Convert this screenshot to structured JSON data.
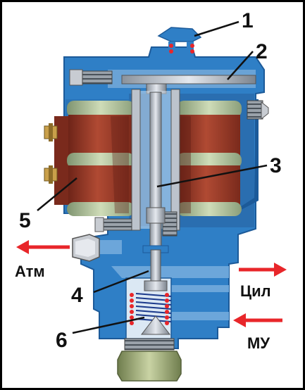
{
  "diagram": {
    "callouts": [
      {
        "id": "1",
        "text": "1"
      },
      {
        "id": "2",
        "text": "2"
      },
      {
        "id": "3",
        "text": "3"
      },
      {
        "id": "4",
        "text": "4"
      },
      {
        "id": "5",
        "text": "5"
      },
      {
        "id": "6",
        "text": "6"
      }
    ],
    "ports": {
      "atm": "Атм",
      "cyl": "Цил",
      "mu": "МУ"
    },
    "colors": {
      "body": "#2f7fc6",
      "body_dark": "#1c5a99",
      "cavity": "#dbe8f4",
      "coil": "#a8402d",
      "coil_dark": "#6e2418",
      "bobbin": "#b9c9a0",
      "bobbin_dark": "#7f9470",
      "rod": "#bcc3cc",
      "arrow": "#e8262a",
      "brass": "#c9a04a"
    }
  }
}
